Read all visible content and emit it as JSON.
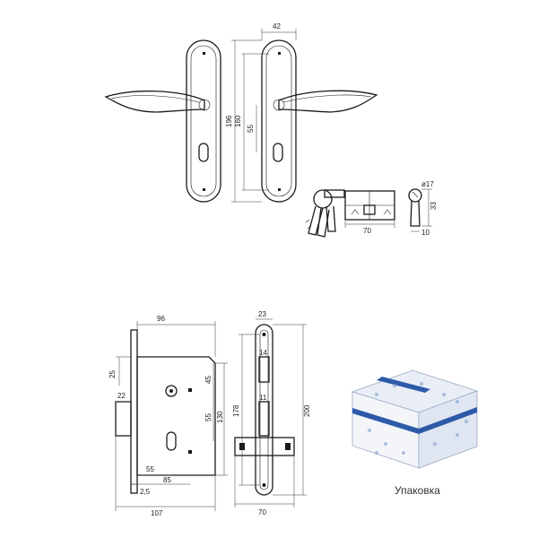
{
  "handle": {
    "width": "42",
    "height_total": "196",
    "height_mount": "160",
    "spacing": "55"
  },
  "cylinder": {
    "length": "70",
    "diameter": "ø17",
    "height": "33",
    "width": "10"
  },
  "lock_front": {
    "width_top": "96",
    "d25": "25",
    "d22": "22",
    "d45": "45",
    "d55v": "55",
    "d130": "130",
    "d55h": "55",
    "d2_5": "2,5",
    "d85": "85",
    "d107": "107"
  },
  "lock_side": {
    "d23": "23",
    "d14": "14",
    "d11": "11",
    "d178": "178",
    "d200": "200",
    "d70": "70"
  },
  "package": {
    "caption": "Упаковка"
  },
  "colors": {
    "box_blue": "#2d5aa8",
    "box_light": "#e9eef6"
  }
}
